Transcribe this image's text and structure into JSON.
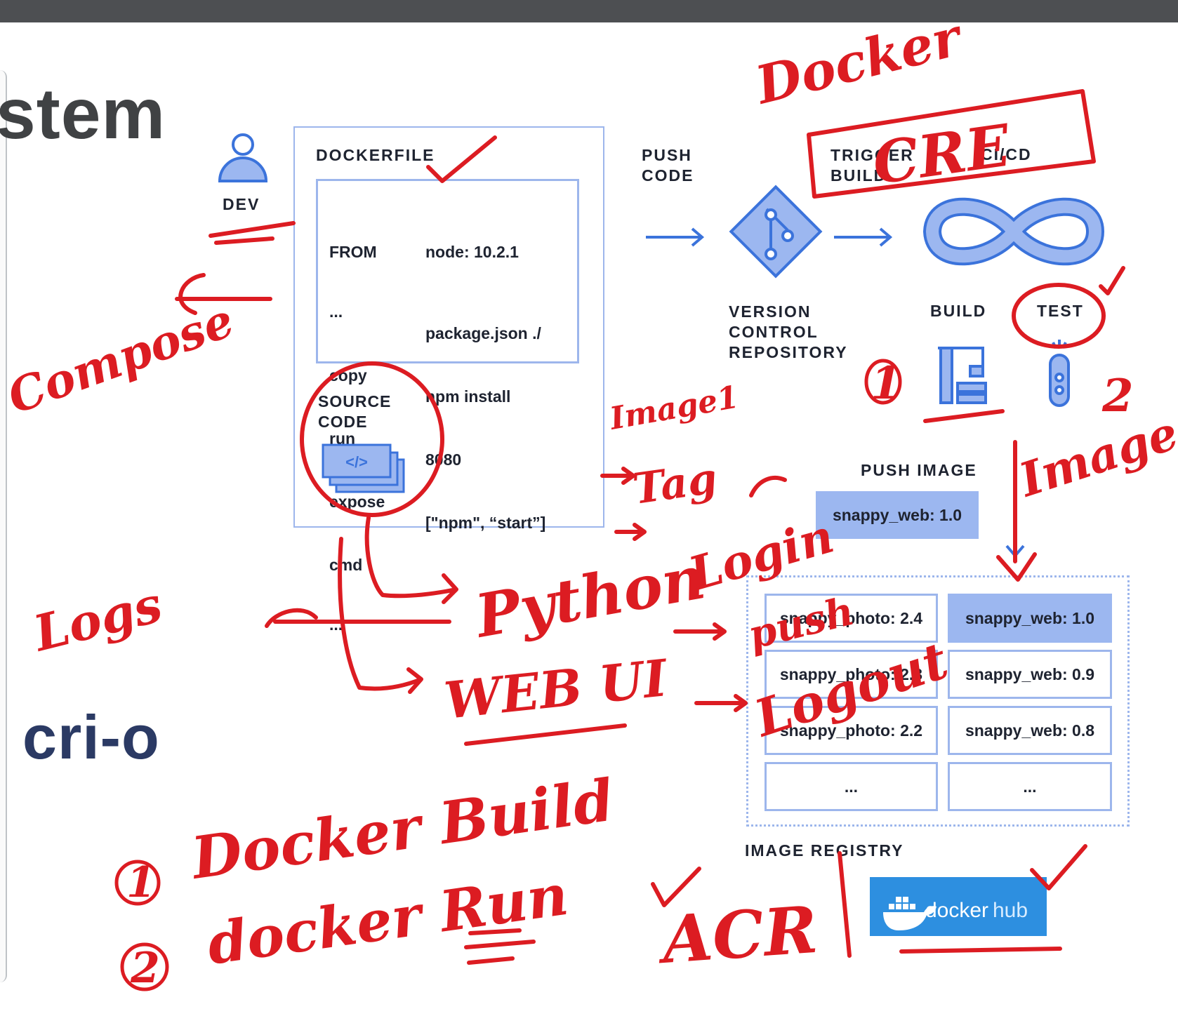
{
  "slide": {
    "title_fragment": "stem",
    "crio_logo": "cri-o"
  },
  "diagram": {
    "dev_label": "DEV",
    "dockerfile_label": "DOCKERFILE",
    "dockerfile_lines": {
      "left": [
        "FROM",
        "...",
        "copy",
        "run",
        "expose",
        "cmd",
        "..."
      ],
      "right": [
        "node: 10.2.1",
        "package.json ./",
        "npm install",
        "8080",
        "[\"npm\", “start”]"
      ]
    },
    "source_code_label": "SOURCE\nCODE",
    "code_icon_text": "</>",
    "push_code_label": "PUSH\nCODE",
    "trigger_build_label": "TRIGGER\nBUILD",
    "cicd_label": "CI/CD",
    "vcs_label": "VERSION\nCONTROL\nREPOSITORY",
    "build_label": "BUILD",
    "test_label": "TEST",
    "push_image_label": "PUSH IMAGE",
    "push_image_tag": "snappy_web: 1.0",
    "registry_label": "IMAGE REGISTRY",
    "registry_left": [
      "snappy_photo: 2.4",
      "snappy_photo: 2.3",
      "snappy_photo: 2.2",
      "..."
    ],
    "registry_right": [
      "snappy_web: 1.0",
      "snappy_web: 0.9",
      "snappy_web: 0.8",
      "..."
    ],
    "dockerhub_logo": [
      "docker",
      "hub"
    ]
  },
  "annotations": {
    "ink_color": "#dc1c22",
    "docker": "Docker",
    "cre": "CRE",
    "compose": "Compose",
    "image1": "Image1",
    "tag": "Tag",
    "login": "Login",
    "push": "push",
    "logout": "Logout",
    "python": "Python",
    "webui": "WEB UI",
    "logs": "Logs",
    "image": "Image",
    "num_1": "1",
    "num_2": "2",
    "docker_build_num": "1",
    "docker_build": "Docker Build",
    "docker_run_num": "2",
    "docker_run": "docker Run",
    "acr": "ACR"
  },
  "colors": {
    "accent_blue": "#3b73db",
    "light_blue": "#9cb7f0",
    "box_border": "#9db6ec",
    "dockerhub_blue": "#2d8fe0",
    "text_dark": "#1e2330"
  }
}
